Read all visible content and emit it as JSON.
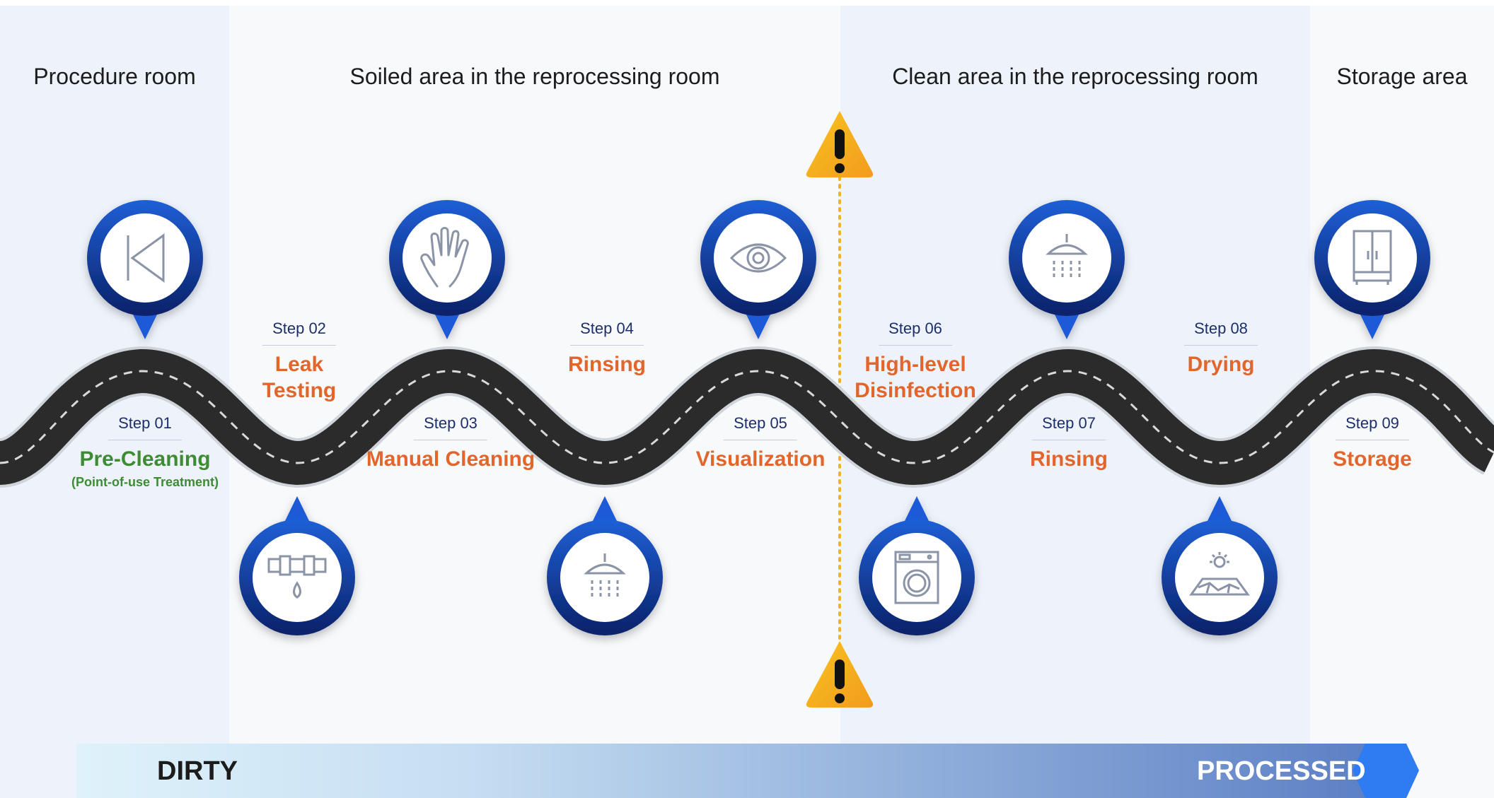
{
  "zones": {
    "procedure_room": "Procedure room",
    "soiled_area": "Soiled area in the reprocessing room",
    "clean_area": "Clean area in the reprocessing room",
    "storage_area": "Storage area"
  },
  "steps": [
    {
      "num": "Step 01",
      "name": "Pre-Cleaning",
      "sub": "(Point-of-use Treatment)",
      "icon": "skip-back-icon"
    },
    {
      "num": "Step 02",
      "name": "Leak Testing",
      "name_lines": [
        "Leak",
        "Testing"
      ],
      "icon": "pipe-leak-icon"
    },
    {
      "num": "Step 03",
      "name": "Manual Cleaning",
      "icon": "hand-icon"
    },
    {
      "num": "Step 04",
      "name": "Rinsing",
      "icon": "shower-icon"
    },
    {
      "num": "Step 05",
      "name": "Visualization",
      "icon": "eye-icon"
    },
    {
      "num": "Step 06",
      "name": "High-level Disinfection",
      "name_lines": [
        "High-level",
        "Disinfection"
      ],
      "icon": "washing-machine-icon"
    },
    {
      "num": "Step 07",
      "name": "Rinsing",
      "icon": "shower-icon"
    },
    {
      "num": "Step 08",
      "name": "Drying",
      "icon": "dry-sun-icon"
    },
    {
      "num": "Step 09",
      "name": "Storage",
      "icon": "cabinet-icon"
    }
  ],
  "flow": {
    "start": "DIRTY",
    "end": "PROCESSED"
  },
  "colors": {
    "zone_tint_blue": "#eef3fb",
    "zone_tint_gray": "#f8f9fb",
    "road": "#2b2b2b",
    "pin_dark": "#0b2a7a",
    "pin_light": "#1d63e0",
    "step_name": "#e2662b",
    "step_first": "#3d8c33",
    "warning": "#f6b21e"
  },
  "warning_icons": [
    "warning-icon",
    "warning-icon"
  ]
}
